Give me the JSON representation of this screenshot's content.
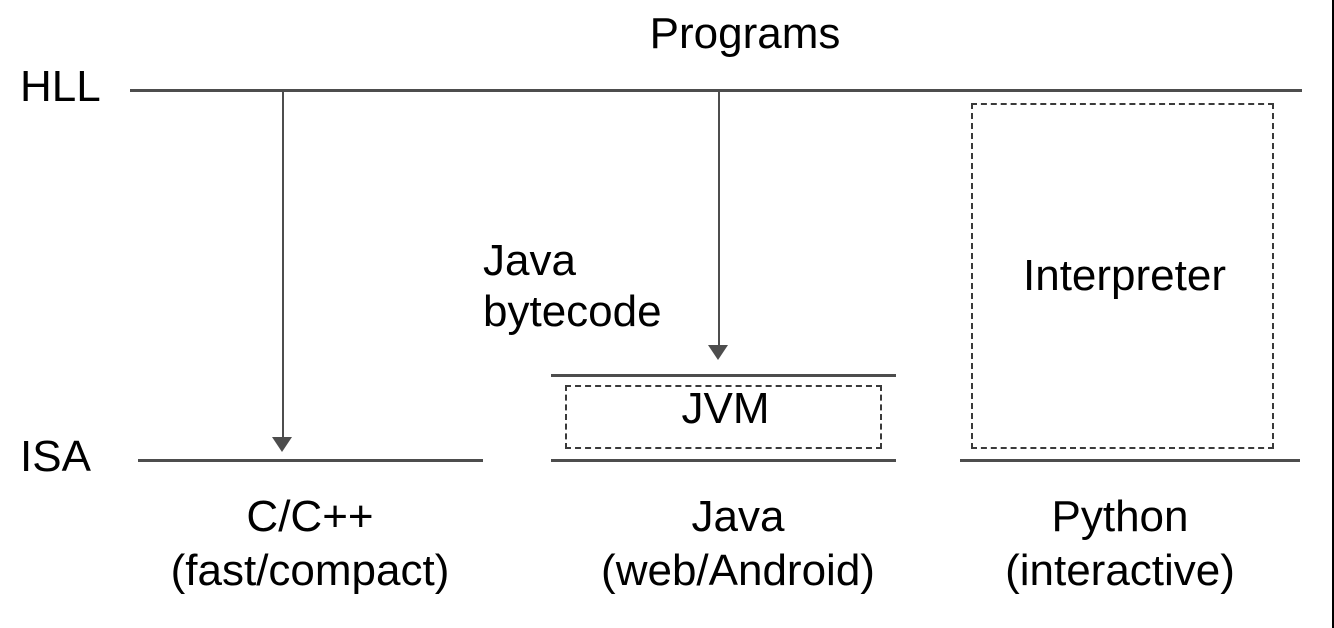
{
  "diagram": {
    "title": "Programs",
    "axis_labels": {
      "top": "HLL",
      "bottom": "ISA"
    },
    "flow_label": {
      "line1": "Java",
      "line2": "bytecode"
    },
    "boxes": {
      "jvm": "JVM",
      "interpreter": "Interpreter"
    },
    "columns": [
      {
        "name": "C/C++",
        "qualifier": "(fast/compact)"
      },
      {
        "name": "Java",
        "qualifier": "(web/Android)"
      },
      {
        "name": "Python",
        "qualifier": "(interactive)"
      }
    ],
    "colors": {
      "background": "#ffffff",
      "line": "#4d4d4d",
      "dashed": "#3a3a3a",
      "text": "#000000",
      "border": "#000000"
    }
  }
}
